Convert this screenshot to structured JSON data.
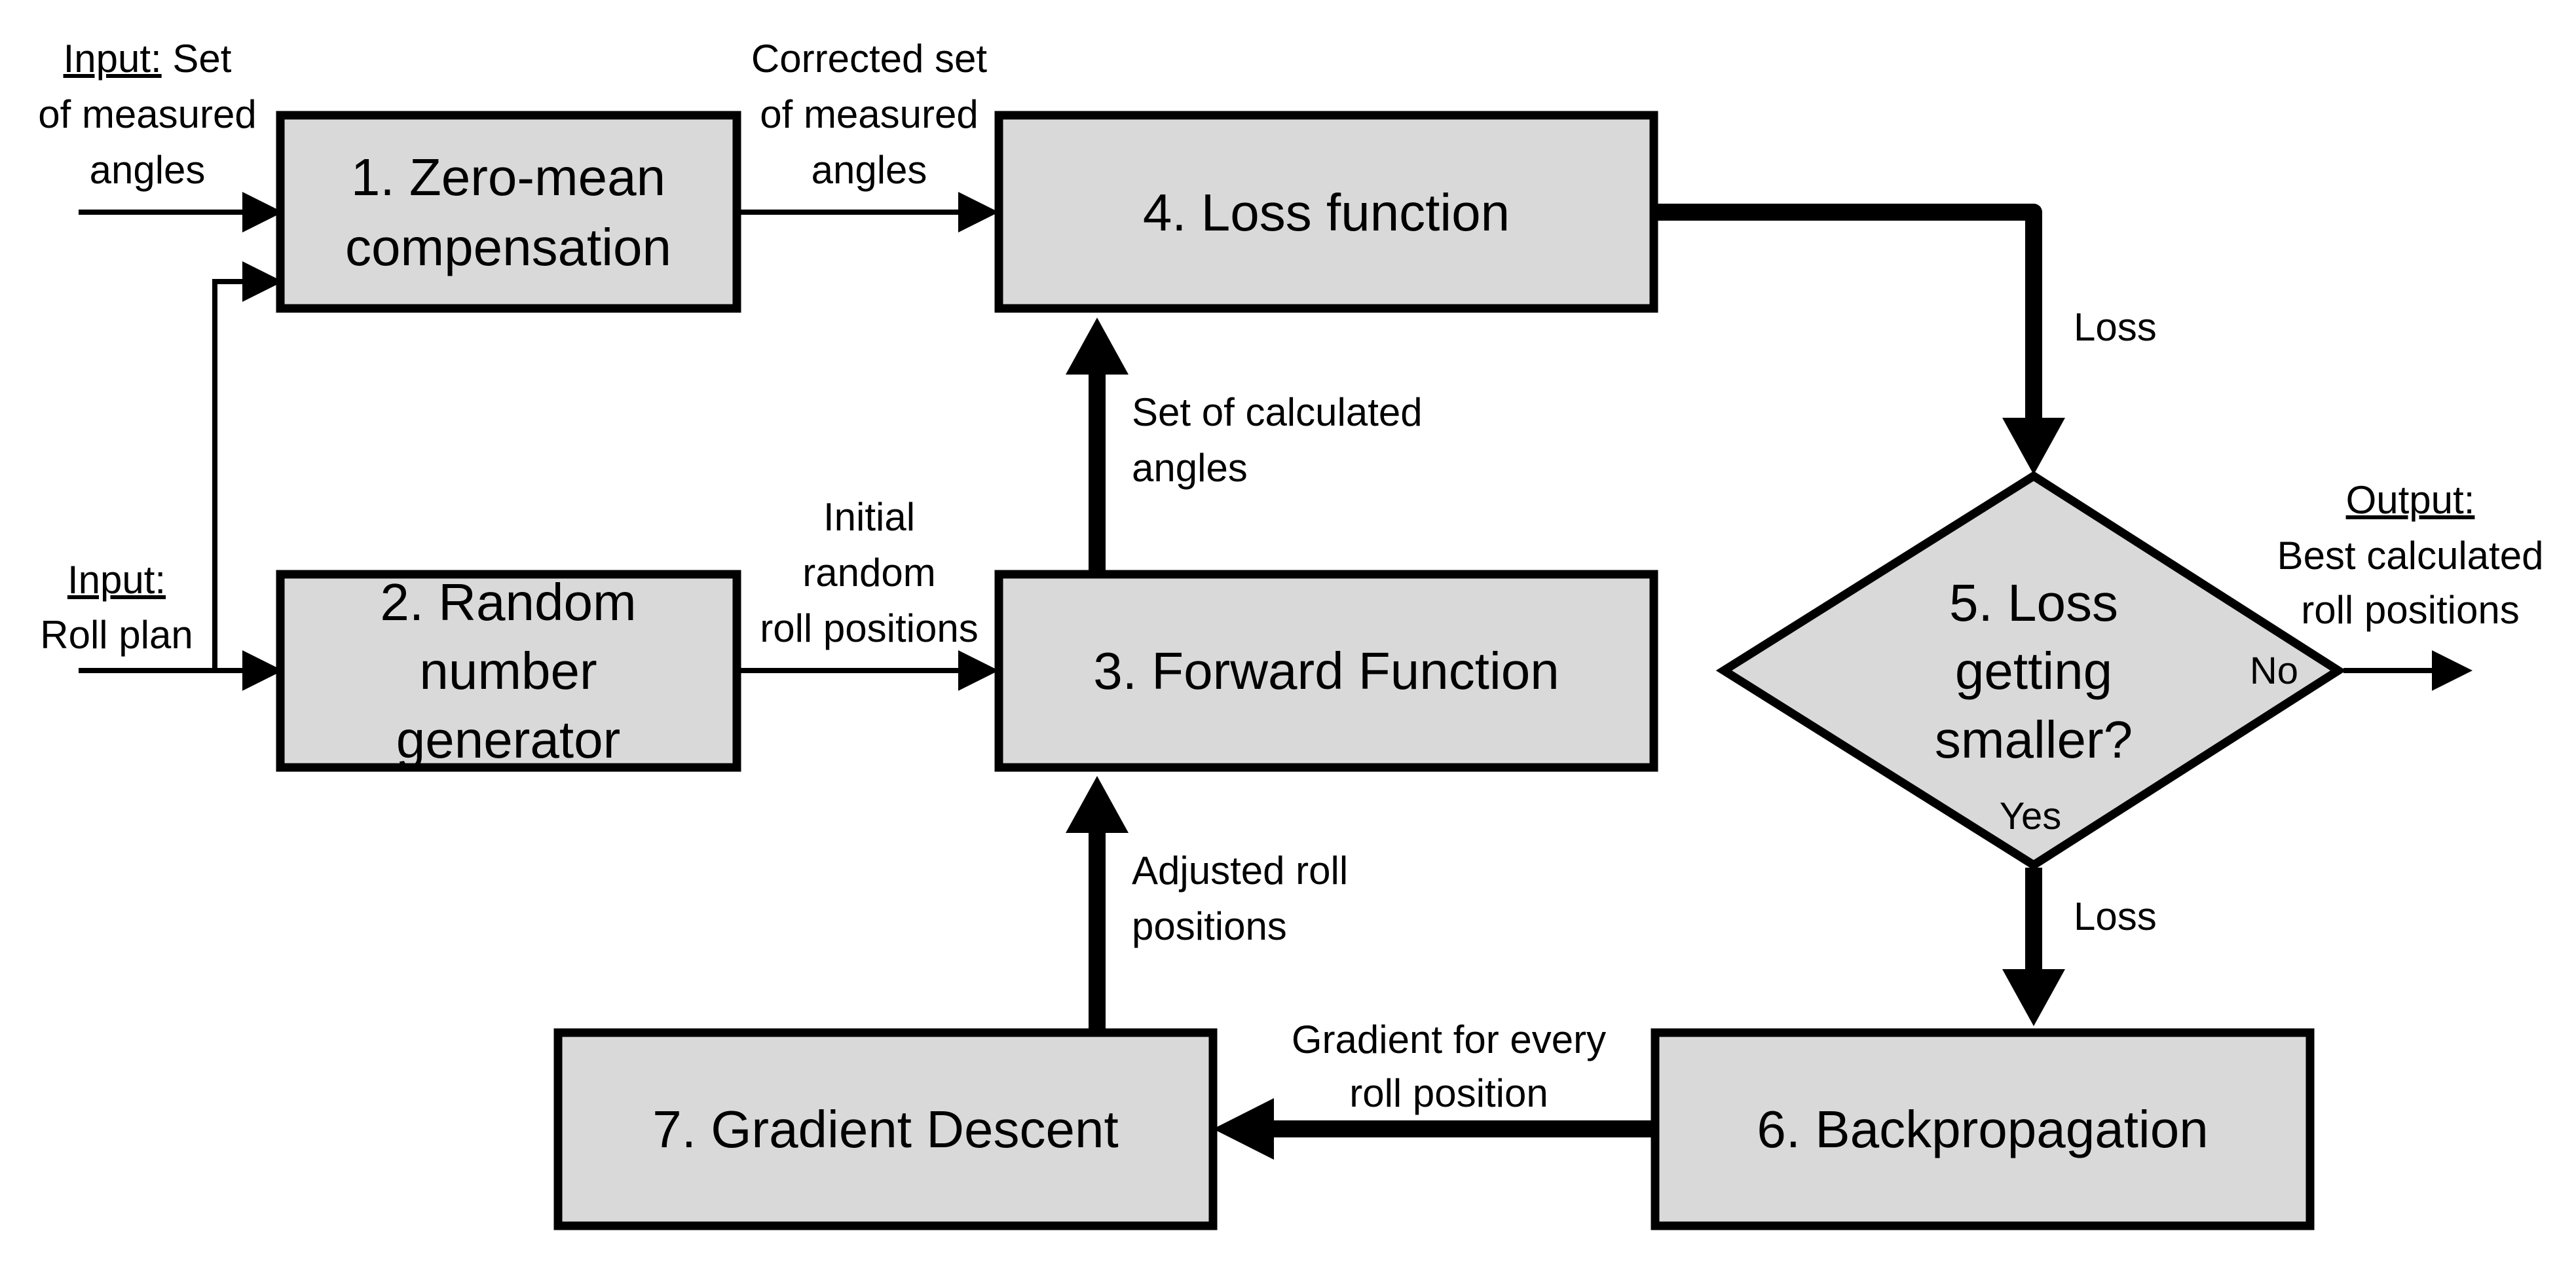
{
  "nodes": {
    "zero_mean": {
      "lines": [
        "1. Zero-mean",
        "compensation"
      ]
    },
    "random_gen": {
      "lines": [
        "2. Random",
        "number",
        "generator"
      ]
    },
    "forward": {
      "lines": [
        "3. Forward Function"
      ]
    },
    "loss_fn": {
      "lines": [
        "4. Loss function"
      ]
    },
    "decision": {
      "lines": [
        "5. Loss",
        "getting",
        "smaller?"
      ],
      "no_label": "No",
      "yes_label": "Yes"
    },
    "backprop": {
      "lines": [
        "6. Backpropagation"
      ]
    },
    "grad_descent": {
      "lines": [
        "7. Gradient Descent"
      ]
    }
  },
  "inputs": {
    "measured": {
      "heading": "Input:",
      "line1_rest": " Set",
      "lines": [
        "of measured",
        "angles"
      ]
    },
    "roll_plan": {
      "heading": "Input:",
      "lines": [
        "Roll plan"
      ]
    }
  },
  "output": {
    "heading": "Output:",
    "lines": [
      "Best calculated",
      "roll positions"
    ]
  },
  "edges": {
    "corrected": {
      "lines": [
        "Corrected set",
        "of measured",
        "angles"
      ]
    },
    "initial": {
      "lines": [
        "Initial",
        "random",
        "roll positions"
      ]
    },
    "calculated": {
      "lines": [
        "Set of calculated",
        "angles"
      ]
    },
    "adjusted": {
      "lines": [
        "Adjusted roll",
        "positions"
      ]
    },
    "gradient": {
      "lines": [
        "Gradient for every",
        "roll position"
      ]
    },
    "loss_top": {
      "lines": [
        "Loss"
      ]
    },
    "loss_bottom": {
      "lines": [
        "Loss"
      ]
    }
  }
}
